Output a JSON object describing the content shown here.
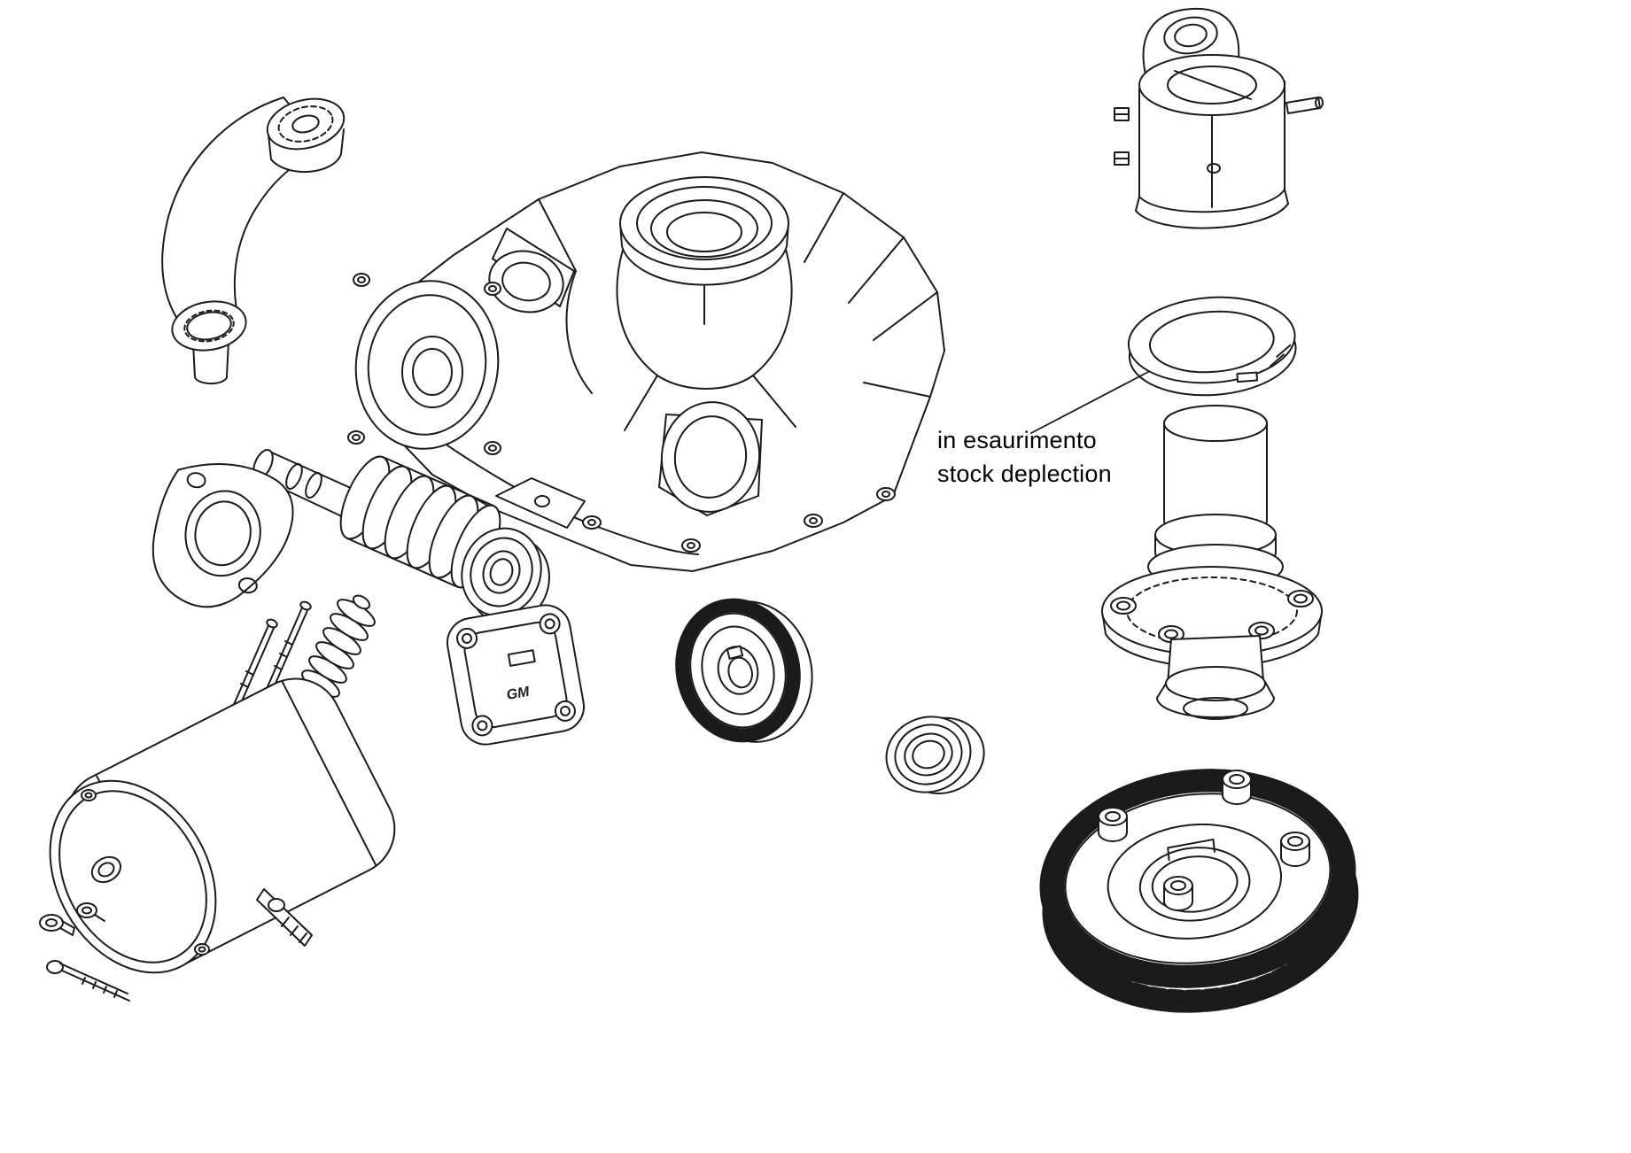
{
  "page": {
    "background_color": "#ffffff",
    "line_color": "#1b1b1b"
  },
  "annotation": {
    "line1": "in esaurimento",
    "line2": "stock deplection"
  },
  "cover_plate": {
    "logo": "GM"
  }
}
